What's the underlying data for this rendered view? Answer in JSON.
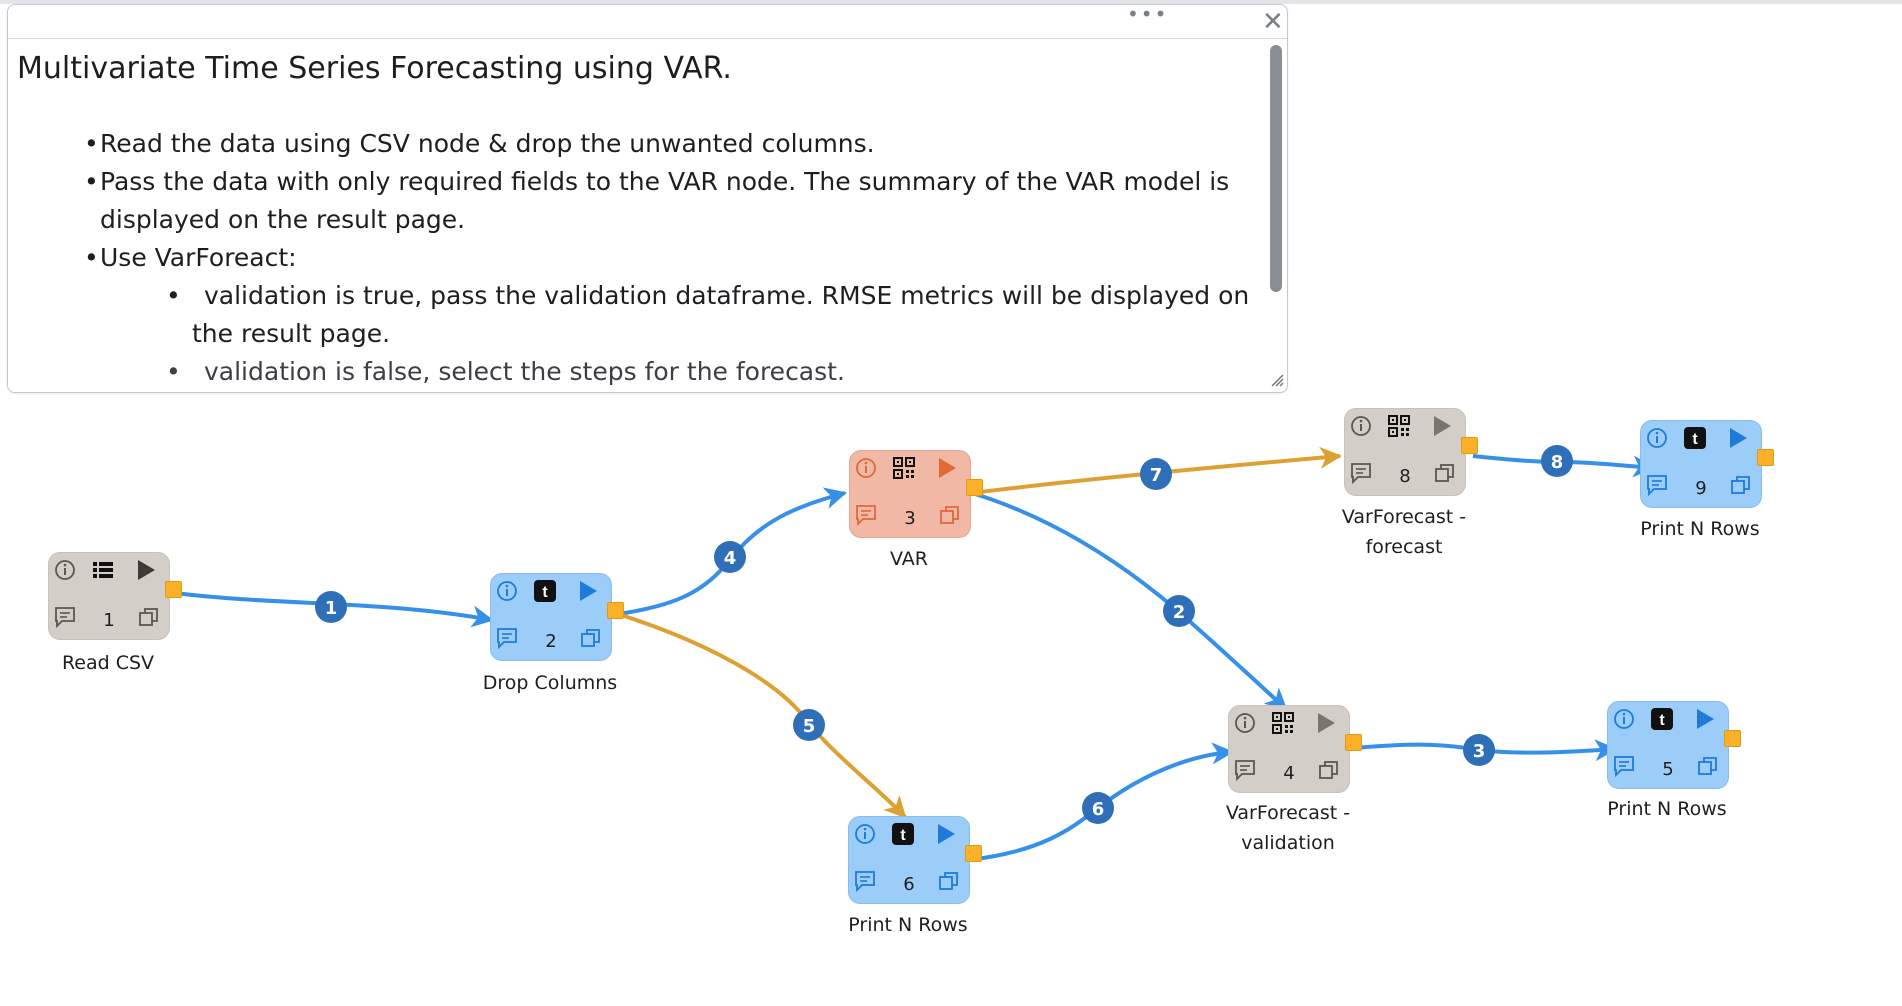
{
  "note": {
    "title": "Multivariate Time Series Forecasting using VAR.",
    "bullets": [
      "Read the data using CSV node & drop the unwanted columns.",
      "Pass the data with only required fields to the VAR node. The summary of the VAR model is",
      "displayed on the result page.",
      "Use VarForeact:"
    ],
    "sub_bullets": [
      "validation is true, pass the validation dataframe.  RMSE metrics will be displayed on",
      "the result page.",
      "validation is false, select the steps for the forecast."
    ],
    "more_icon": "ellipsis-icon",
    "close_icon": "close-x-icon"
  },
  "nodes": [
    {
      "id": "read-csv",
      "num": "1",
      "label": "Read CSV",
      "label2": "",
      "color": "gray",
      "type_icon": "list-icon"
    },
    {
      "id": "drop-columns",
      "num": "2",
      "label": "Drop Columns",
      "label2": "",
      "color": "blue",
      "type_icon": "t-icon"
    },
    {
      "id": "var",
      "num": "3",
      "label": "VAR",
      "label2": "",
      "color": "orange",
      "type_icon": "qr-icon"
    },
    {
      "id": "print-n-rows-6",
      "num": "6",
      "label": "Print N Rows",
      "label2": "",
      "color": "blue",
      "type_icon": "t-icon"
    },
    {
      "id": "varforecast-validation",
      "num": "4",
      "label": "VarForecast -",
      "label2": "validation",
      "color": "gray",
      "type_icon": "qr-icon"
    },
    {
      "id": "print-n-rows-5",
      "num": "5",
      "label": "Print N Rows",
      "label2": "",
      "color": "blue",
      "type_icon": "t-icon"
    },
    {
      "id": "varforecast-forecast",
      "num": "8",
      "label": "VarForecast -",
      "label2": "forecast",
      "color": "gray",
      "type_icon": "qr-icon"
    },
    {
      "id": "print-n-rows-9",
      "num": "9",
      "label": "Print N Rows",
      "label2": "",
      "color": "blue",
      "type_icon": "t-icon"
    }
  ],
  "edges": [
    {
      "num": "1",
      "color": "blue"
    },
    {
      "num": "4",
      "color": "blue"
    },
    {
      "num": "5",
      "color": "orange"
    },
    {
      "num": "7",
      "color": "orange"
    },
    {
      "num": "2",
      "color": "blue"
    },
    {
      "num": "6",
      "color": "blue"
    },
    {
      "num": "3",
      "color": "blue"
    },
    {
      "num": "8",
      "color": "blue"
    }
  ],
  "colors": {
    "edge_blue": "#3690e8",
    "edge_orange": "#dda033",
    "badge": "#2f6fb8",
    "port": "#fbb02a",
    "node_gray": "#d4cec8",
    "node_blue": "#9bcdf8",
    "node_orange": "#f0b8a5"
  }
}
